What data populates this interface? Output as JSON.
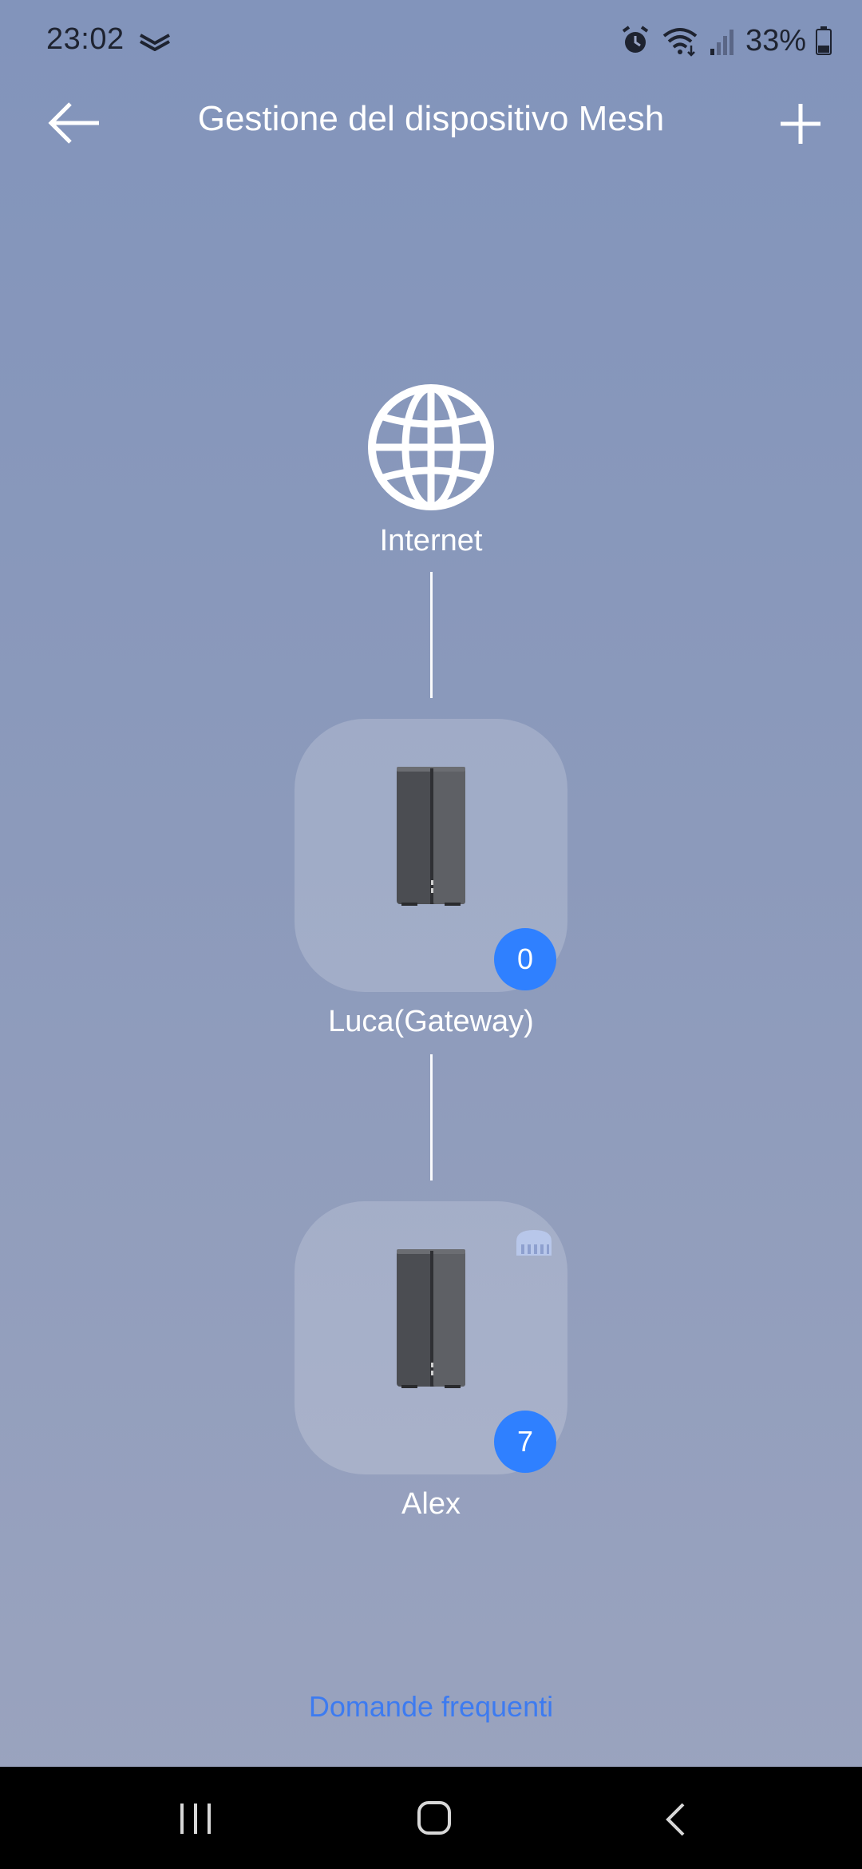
{
  "status_bar": {
    "time": "23:02",
    "battery_percent": "33%",
    "icons": [
      "signal-arrows-icon",
      "alarm-icon",
      "wifi-icon",
      "cell-signal-icon",
      "battery-icon"
    ]
  },
  "header": {
    "title": "Gestione del dispositivo Mesh",
    "back_icon": "arrow-left-icon",
    "add_icon": "plus-icon"
  },
  "topology": {
    "internet": {
      "label": "Internet",
      "icon": "globe-icon"
    },
    "nodes": [
      {
        "name": "Luca(Gateway)",
        "client_count": "0",
        "icon": "router-icon",
        "wired": false
      },
      {
        "name": "Alex",
        "client_count": "7",
        "icon": "router-icon",
        "wired": true
      }
    ]
  },
  "footer": {
    "faq_label": "Domande frequenti"
  },
  "nav_bar": {
    "buttons": [
      "recents-icon",
      "home-icon",
      "back-icon"
    ]
  },
  "colors": {
    "accent": "#2f80ff",
    "link": "#3d7bf0",
    "background_top": "#8294bb",
    "background_bottom": "#9ba4bf"
  }
}
